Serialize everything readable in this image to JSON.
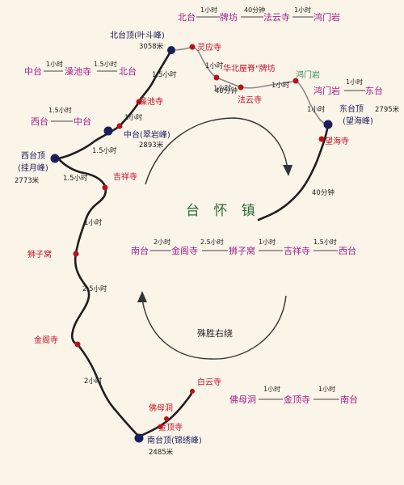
{
  "town": "台 怀 镇",
  "circuit_label": "殊胜右绕",
  "peaks": {
    "north": {
      "name": "北台顶(叶斗峰)",
      "alt": "3058米"
    },
    "central": {
      "name": "中台(翠岩峰)",
      "alt": "2893米"
    },
    "west_name": "西台顶",
    "west_sub": "(挂月峰)",
    "west_alt": "2773米",
    "east_name": "东台顶",
    "east_alt": "2795米",
    "east_sub": "(望海峰)",
    "south": {
      "name": "南台顶(锦绣峰)",
      "alt": "2485米"
    }
  },
  "temples": {
    "lingying": "灵应寺",
    "huabei": "华北屋脊\"牌坊",
    "fayun": "法云寺",
    "yanjin": "澡池寺",
    "wanghai": "望海寺",
    "jixiang": "吉祥寺",
    "shizi": "狮子窝",
    "jinge": "金阁寺",
    "baiyun": "白云寺",
    "fomudong": "佛母洞",
    "jinding": "金顶寺",
    "hongyan": "鸿门岩"
  },
  "route_times": {
    "t_north_lingying": "1小时",
    "t_lingying_huabei": "1小时",
    "t_huabei_fayun": "40分钟",
    "t_fayun_hongyan": "1小时",
    "t_hongyan_east": "1小时",
    "t_east_town": "40分钟",
    "t_north_yanjin": "1.5小时",
    "t_yanjin_central1": "1小时",
    "t_central_west": "1.5小时",
    "t_west_jixiang": "1.5小时",
    "t_jixiang_shizi": "1小时",
    "t_shizi_jinge": "2.5小时",
    "t_jinge_south": "2小时"
  },
  "legends": {
    "top": {
      "items": [
        "北台",
        "牌坊",
        "法云寺",
        "鸿门岩"
      ],
      "times": [
        "1小时",
        "40分钟",
        "1小时"
      ]
    },
    "left1": {
      "items": [
        "中台",
        "澡池寺",
        "北台"
      ],
      "times": [
        "1小时",
        "1.5小时"
      ]
    },
    "left2": {
      "items": [
        "西台",
        "中台"
      ],
      "times": [
        "1.5小时"
      ]
    },
    "right": {
      "items": [
        "鸿门岩",
        "东台"
      ],
      "times": [
        "1小时"
      ]
    },
    "middle": {
      "items": [
        "南台",
        "金阁寺",
        "狮子窝",
        "吉祥寺",
        "西台"
      ],
      "times": [
        "2小时",
        "2.5小时",
        "1小时",
        "1.5小时"
      ]
    },
    "bottom": {
      "items": [
        "佛母洞",
        "金顶寺",
        "南台"
      ],
      "times": [
        "1小时",
        "1小时"
      ]
    }
  }
}
